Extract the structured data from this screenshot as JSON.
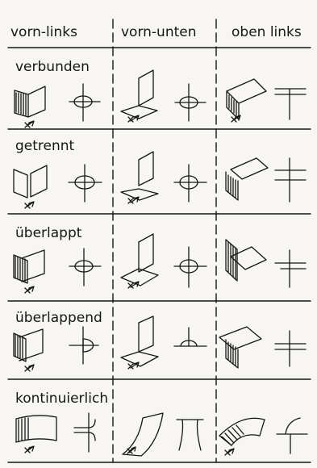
{
  "columns": [
    "vorn-links",
    "vorn-unten",
    "oben links"
  ],
  "rows": [
    {
      "label": "verbunden"
    },
    {
      "label": "getrennt"
    },
    {
      "label": "überlappt"
    },
    {
      "label": "überlappend"
    },
    {
      "label": "kontinuierlich"
    }
  ],
  "ink_color": "#161616",
  "paper_color": "#f7f6f2"
}
